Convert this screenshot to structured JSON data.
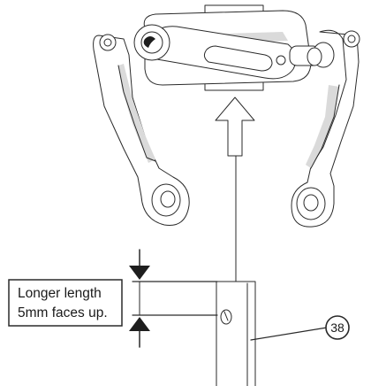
{
  "callout": {
    "line1": "Longer length",
    "line2": "5mm faces up."
  },
  "part_label": "38"
}
